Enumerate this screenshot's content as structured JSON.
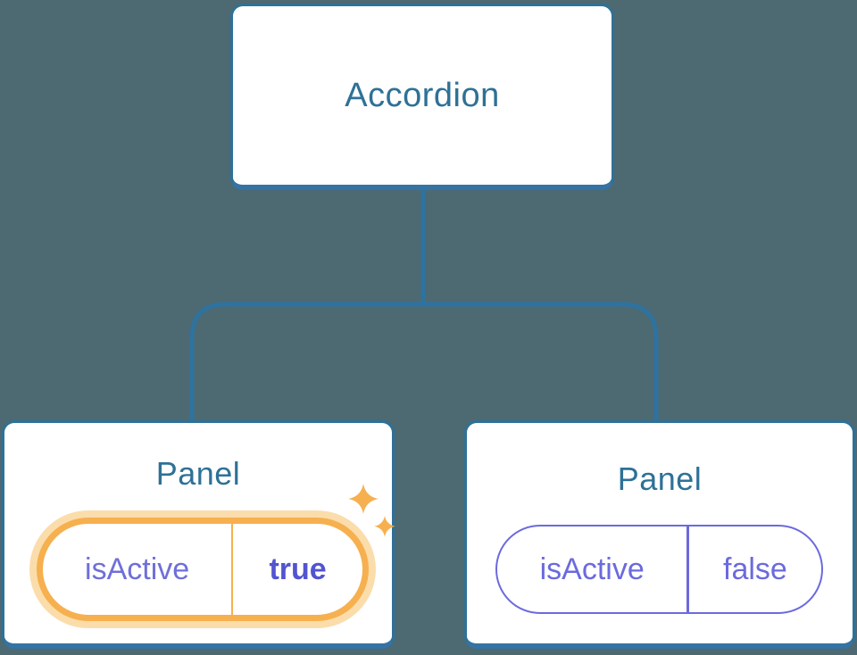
{
  "diagram": {
    "description": "React component tree showing shared state",
    "root": {
      "label": "Accordion"
    },
    "children": [
      {
        "label": "Panel",
        "state": {
          "name": "isActive",
          "value": "true"
        },
        "highlighted": true,
        "decoration": "sparkle-icon"
      },
      {
        "label": "Panel",
        "state": {
          "name": "isActive",
          "value": "false"
        },
        "highlighted": false
      }
    ]
  },
  "colors": {
    "background": "#4d6972",
    "node_border": "#2f7197",
    "node_border_bottom": "#3573a5",
    "connector_line": "#2e73a0",
    "node_text": "#2e7196",
    "state_text_purple": "#6b6ade",
    "state_value_bold_purple": "#5254d0",
    "highlight_orange": "#f6b04f",
    "highlight_glow": "#fbddab",
    "node_fill": "#ffffff"
  }
}
